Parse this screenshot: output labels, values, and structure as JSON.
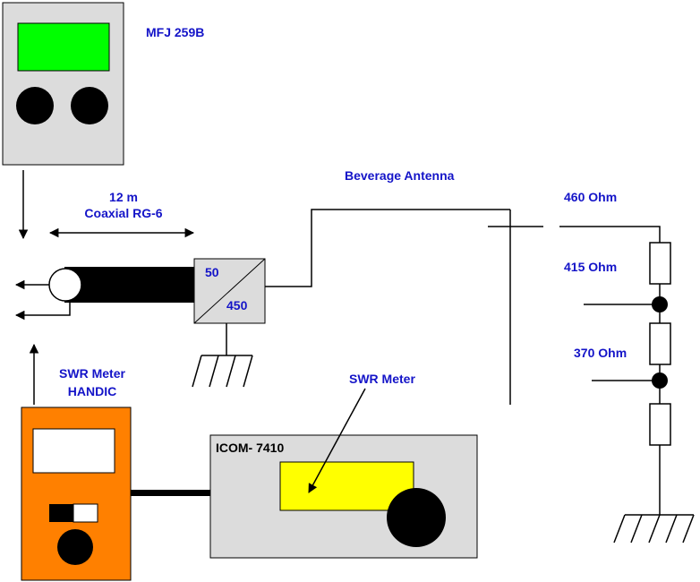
{
  "labels": {
    "mfj": "MFJ 259B",
    "cable_length": "12 m",
    "cable_type": "Coaxial RG-6",
    "balun_in": "50",
    "balun_out": "450",
    "antenna": "Beverage Antenna",
    "r460": "460 Ohm",
    "r415": "415 Ohm",
    "r370": "370 Ohm",
    "swr_handic_1": "SWR Meter",
    "swr_handic_2": "HANDIC",
    "swr_meter": "SWR Meter",
    "icom": "ICOM- 7410"
  },
  "colors": {
    "label_blue": "#1414c8",
    "screen_green": "#00ff00",
    "handic_orange": "#ff8000",
    "icom_yellow": "#ffff00",
    "device_gray": "#dcdcdc"
  }
}
